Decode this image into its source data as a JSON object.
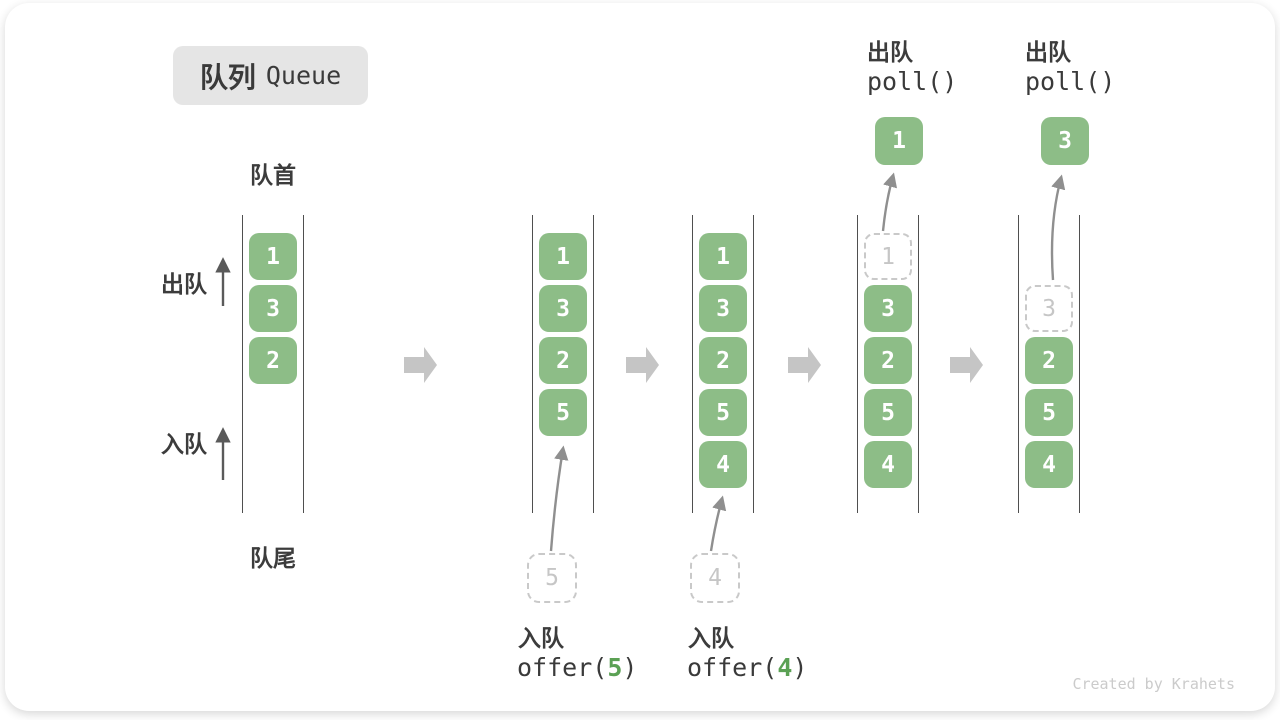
{
  "title": {
    "zh": "队列",
    "en": "Queue"
  },
  "side_labels": {
    "front": "队首",
    "rear": "队尾",
    "dequeue": "出队",
    "enqueue": "入队"
  },
  "states": [
    {
      "boxes": [
        "1",
        "3",
        "2"
      ]
    },
    {
      "boxes": [
        "1",
        "3",
        "2",
        "5"
      ],
      "op": {
        "label": "入队",
        "code_pre": "offer(",
        "code_arg": "5",
        "code_post": ")",
        "value": "5"
      }
    },
    {
      "boxes": [
        "1",
        "3",
        "2",
        "5",
        "4"
      ],
      "op": {
        "label": "入队",
        "code_pre": "offer(",
        "code_arg": "4",
        "code_post": ")",
        "value": "4"
      }
    },
    {
      "boxes": [
        "1",
        "3",
        "2",
        "5",
        "4"
      ],
      "op": {
        "label": "出队",
        "code": "poll()",
        "value": "1"
      }
    },
    {
      "boxes": [
        "3",
        "2",
        "5",
        "4"
      ],
      "op": {
        "label": "出队",
        "code": "poll()",
        "value": "3"
      }
    }
  ],
  "colors": {
    "box_green": "#8dbd87",
    "code_arg_green": "#5ba154",
    "rail_line": "#4f4f4f",
    "text_dark": "#3c3c3c",
    "dashed_gray": "#c9c9c9",
    "block_arrow_gray": "#c5c5c5",
    "curve_arrow_gray": "#8f8f8f",
    "badge_bg": "#e5e5e5",
    "watermark_gray": "#cbcbcb"
  },
  "watermark": "Created by Krahets"
}
